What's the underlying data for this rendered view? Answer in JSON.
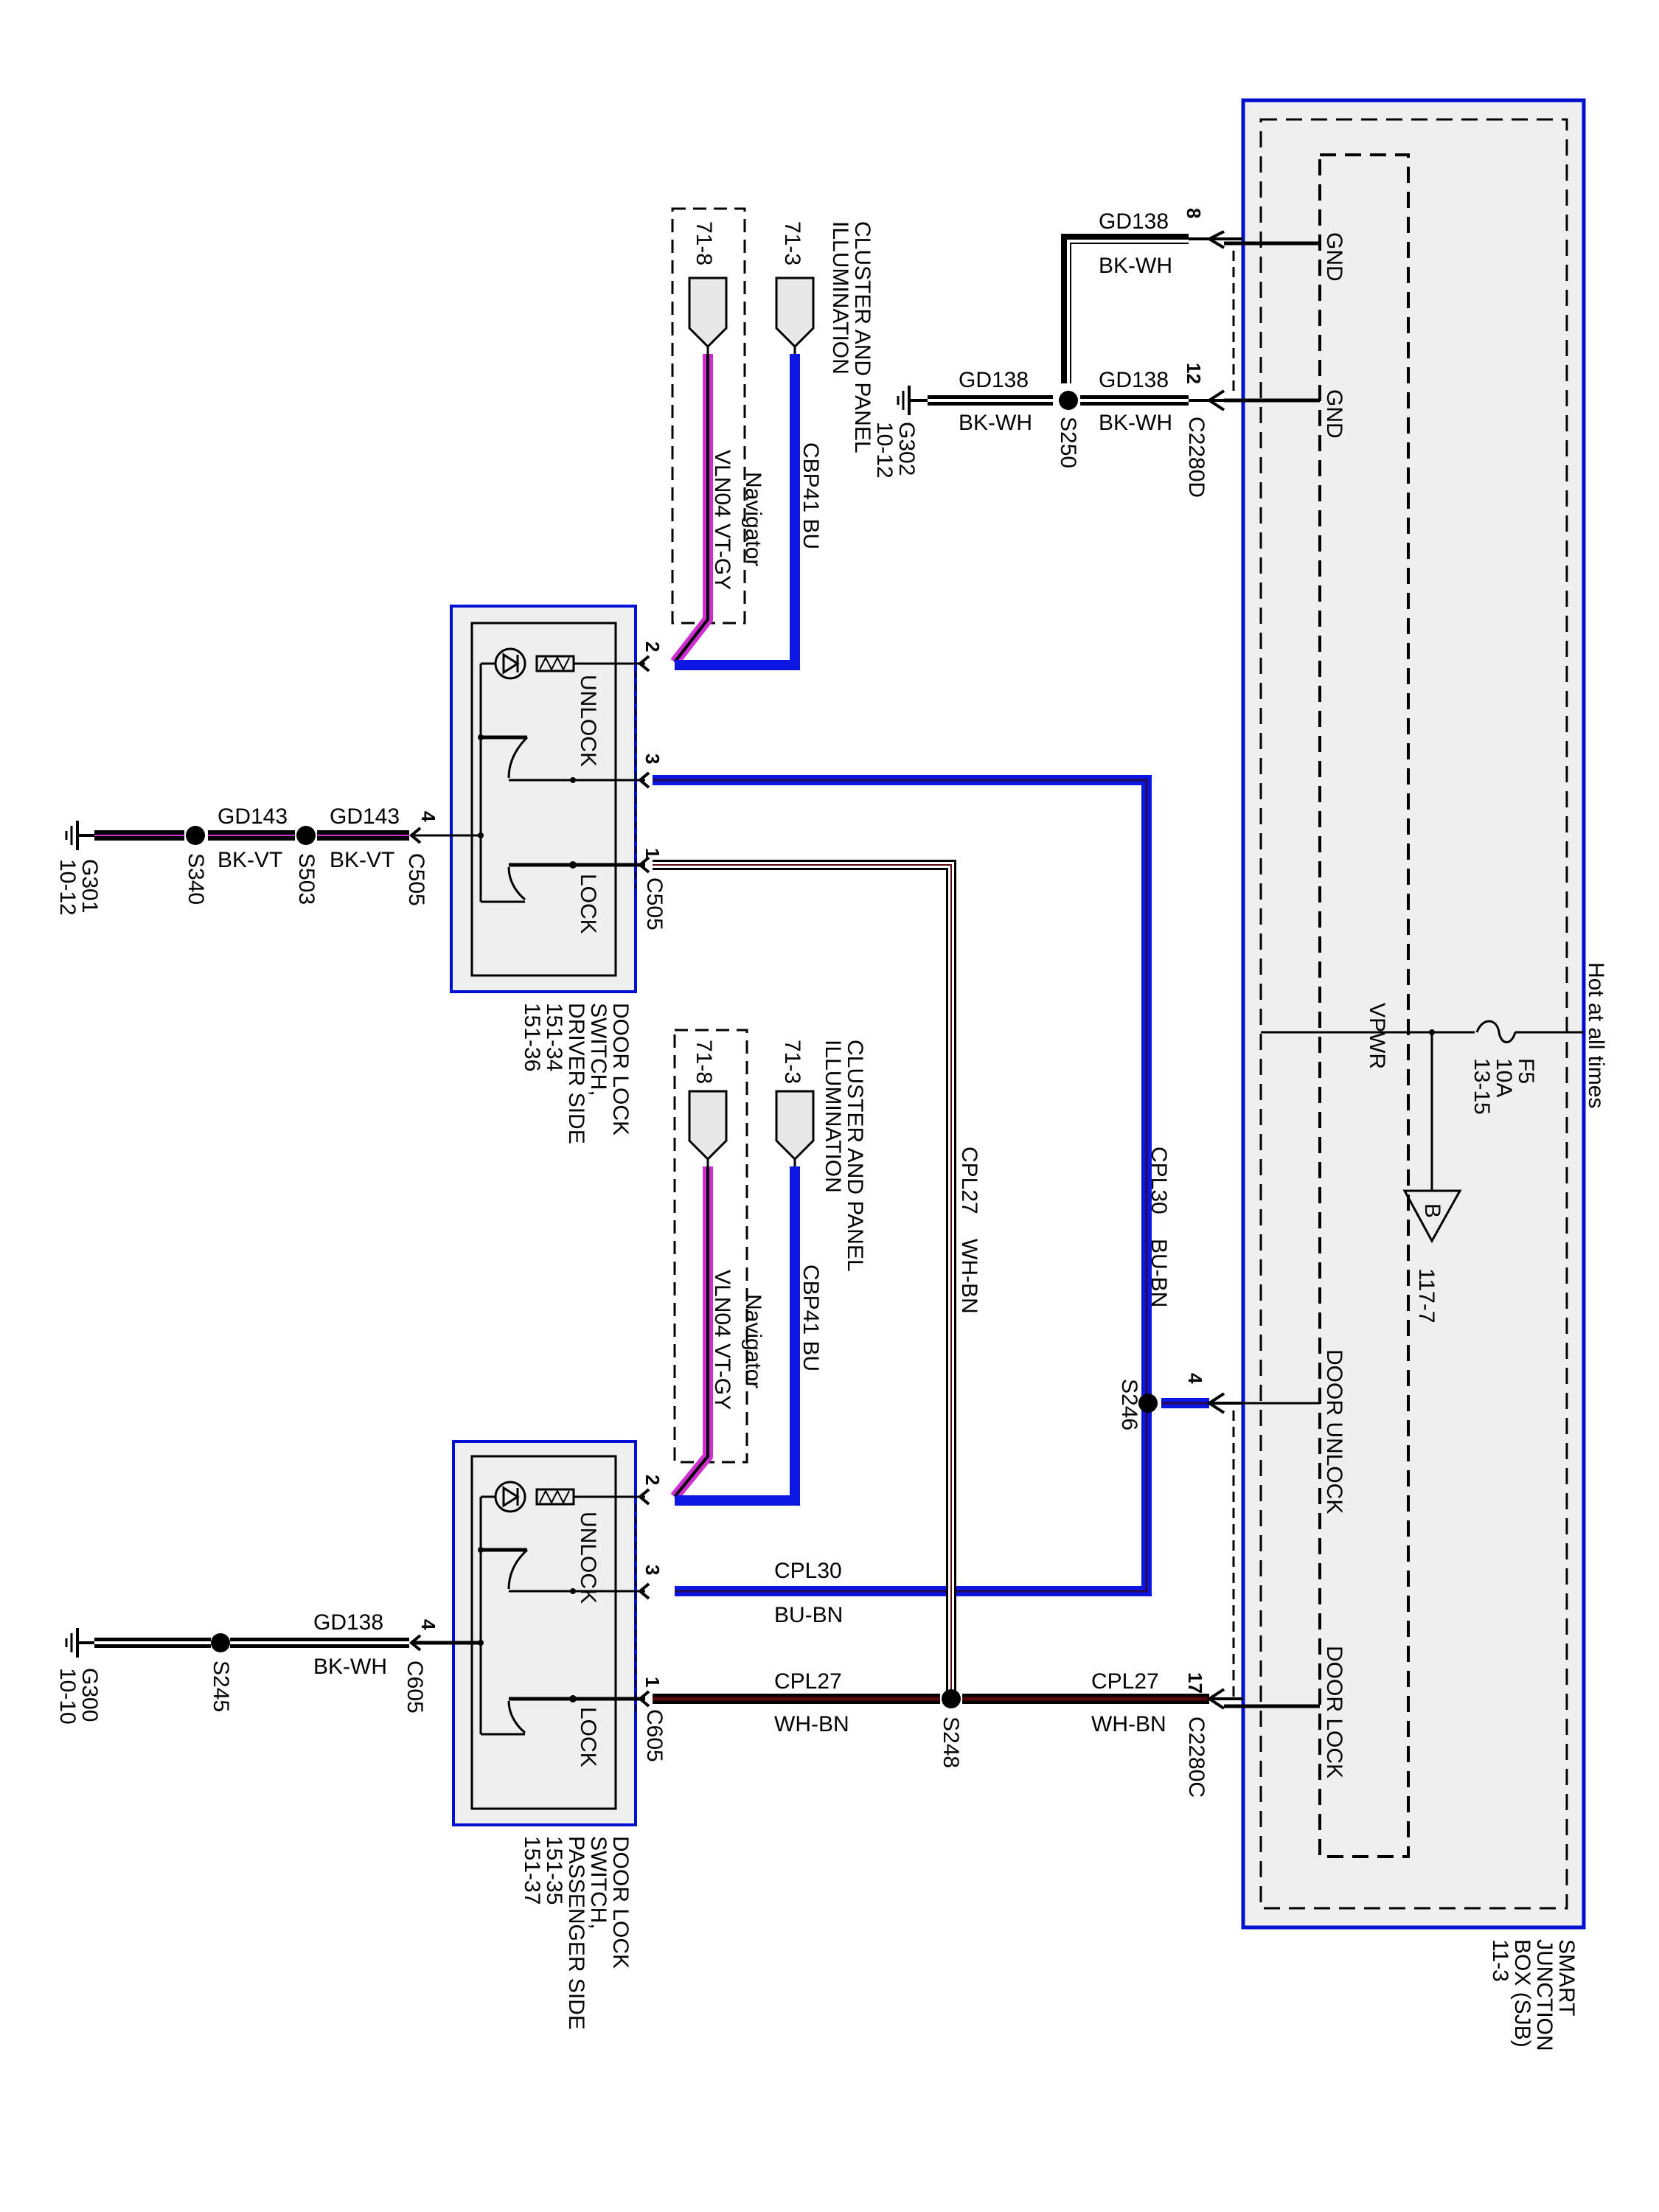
{
  "colors": {
    "module_border": "#0010d0",
    "module_fill": "#efefef",
    "blue_wire": "#0b16e0",
    "violet": "#d02ed0",
    "brown": "#5a0a0a",
    "black": "#000000"
  },
  "sjb": {
    "title_lines": [
      "SMART",
      "JUNCTION",
      "BOX (SJB)",
      "11-3"
    ],
    "hot_label": "Hot at all times",
    "fuse": {
      "name": "F5",
      "rating": "10A",
      "ref": "13-15"
    },
    "vpwr_label": "VPWR",
    "offpage": {
      "letter": "B",
      "ref": "117-7"
    },
    "pins": {
      "gnd1": {
        "label": "GND",
        "pin": "8"
      },
      "gnd2": {
        "label": "GND",
        "pin": "12",
        "connector": "C2280D"
      },
      "door_unlock": {
        "label": "DOOR UNLOCK",
        "pin": "4"
      },
      "door_lock": {
        "label": "DOOR LOCK",
        "pin": "17",
        "connector": "C2280C"
      }
    }
  },
  "ground_circuit_top": {
    "circuit": "GD138",
    "color": "BK-WH",
    "splice": "S250",
    "ground": {
      "name": "G302",
      "ref": "10-12"
    }
  },
  "cluster_blocks": [
    {
      "title_lines": [
        "CLUSTER AND PANEL",
        "ILLUMINATION"
      ],
      "ref_bu": "71-3",
      "ref_vt": "71-8",
      "bu_wire": "CBP41  BU",
      "vt_option": "Navigator",
      "vt_wire": "VLN04  VT-GY"
    },
    {
      "title_lines": [
        "CLUSTER AND PANEL",
        "ILLUMINATION"
      ],
      "ref_bu": "71-3",
      "ref_vt": "71-8",
      "bu_wire": "CBP41  BU",
      "vt_option": "Navigator",
      "vt_wire": "VLN04  VT-GY"
    }
  ],
  "switches": [
    {
      "title_lines": [
        "DOOR LOCK",
        "SWITCH,",
        "DRIVER SIDE",
        "151-34",
        "151-36"
      ],
      "unlock_label": "UNLOCK",
      "lock_label": "LOCK",
      "pins": [
        "2",
        "3",
        "4",
        "1"
      ],
      "connector": "C505",
      "ground": {
        "segments": [
          {
            "circuit": "GD143",
            "color": "BK-VT"
          },
          {
            "circuit": "GD143",
            "color": "BK-VT"
          }
        ],
        "splices": [
          "S340",
          "S503"
        ],
        "connector": "C505",
        "name": "G301",
        "ref": "10-12"
      }
    },
    {
      "title_lines": [
        "DOOR LOCK",
        "SWITCH,",
        "PASSENGER SIDE",
        "151-35",
        "151-37"
      ],
      "unlock_label": "UNLOCK",
      "lock_label": "LOCK",
      "pins": [
        "2",
        "3",
        "4",
        "1"
      ],
      "connector": "C605",
      "ground": {
        "segments": [
          {
            "circuit": "GD138",
            "color": "BK-WH"
          }
        ],
        "splices": [
          "S245"
        ],
        "connector": "C605",
        "name": "G300",
        "ref": "10-10"
      }
    }
  ],
  "unlock_circuit": {
    "circuit": "CPL30",
    "color": "BU-BN",
    "splice": "S246"
  },
  "lock_circuit": {
    "circuit": "CPL27",
    "color": "WH-BN",
    "splice": "S248"
  }
}
